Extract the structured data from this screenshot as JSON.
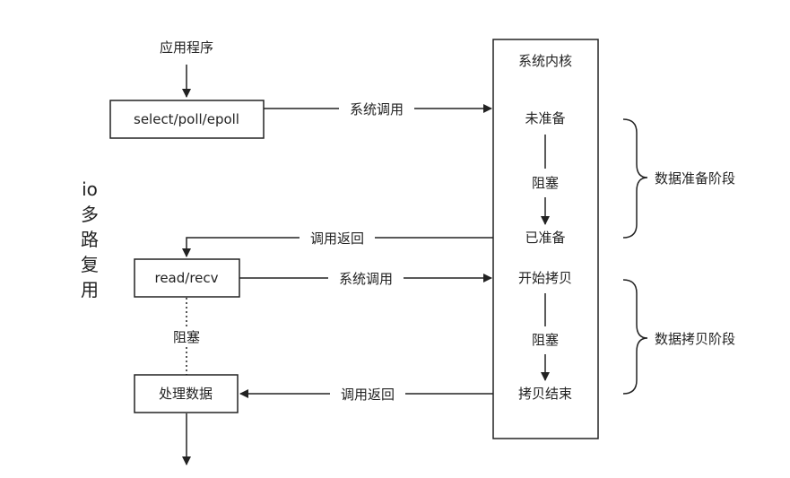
{
  "app_label": "应用程序",
  "select_box": "select/poll/epoll",
  "read_box": "read/recv",
  "process_box": "处理数据",
  "kernel": {
    "title": "系统内核",
    "not_ready": "未准备",
    "block_1": "阻塞",
    "ready": "已准备",
    "start_copy": "开始拷贝",
    "block_2": "阻塞",
    "copy_done": "拷贝结束"
  },
  "edges": {
    "syscall_1": "系统调用",
    "return_1": "调用返回",
    "syscall_2": "系统调用",
    "return_2": "调用返回"
  },
  "user_block": "阻塞",
  "phases": {
    "prepare": "数据准备阶段",
    "copy": "数据拷贝阶段"
  },
  "side_title": [
    "io",
    "多",
    "路",
    "复",
    "用"
  ]
}
